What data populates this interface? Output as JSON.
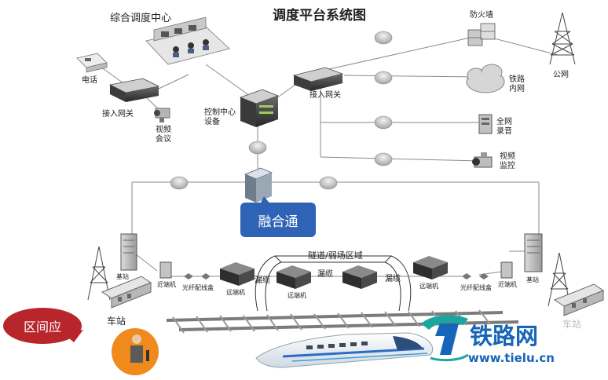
{
  "diagram": {
    "title": "调度平台系统图",
    "center_title": "综合调度中心",
    "labels": {
      "phone": "电话",
      "access_gateway_left": "接入网关",
      "video_conf": "视频会议",
      "control_center": "控制中心设备",
      "access_gateway_right": "接入网关",
      "firewall": "防火墙",
      "public_net": "公网",
      "railway_intranet": "铁路内网",
      "full_recording": "全网录音",
      "video_monitor": "视频监控",
      "fusion": "融合通",
      "tunnel": "隧道/弱场区域",
      "leaky_cable_1": "漏缆",
      "leaky_cable_2": "漏缆",
      "leaky_cable_3": "漏缆",
      "base_station_left": "基站",
      "base_station_right": "基站",
      "near_end_left": "近端机",
      "near_end_right": "近端机",
      "splitter_left": "光纤配线盒",
      "splitter_right": "光纤配线盒",
      "remote_1": "远端机",
      "remote_2": "远端机",
      "remote_3": "远端机",
      "station_left": "车站",
      "station_right": "车站",
      "section": "区间应"
    },
    "brand": {
      "name": "铁路网",
      "url": "www.tielu.cn"
    },
    "colors": {
      "line": "#8a8a8a",
      "callout_blue": "#2f63b5",
      "callout_red": "#b8262b",
      "brand_blue": "#1565b8",
      "brand_teal": "#19a7a0",
      "person_orange": "#f08a1c"
    }
  }
}
